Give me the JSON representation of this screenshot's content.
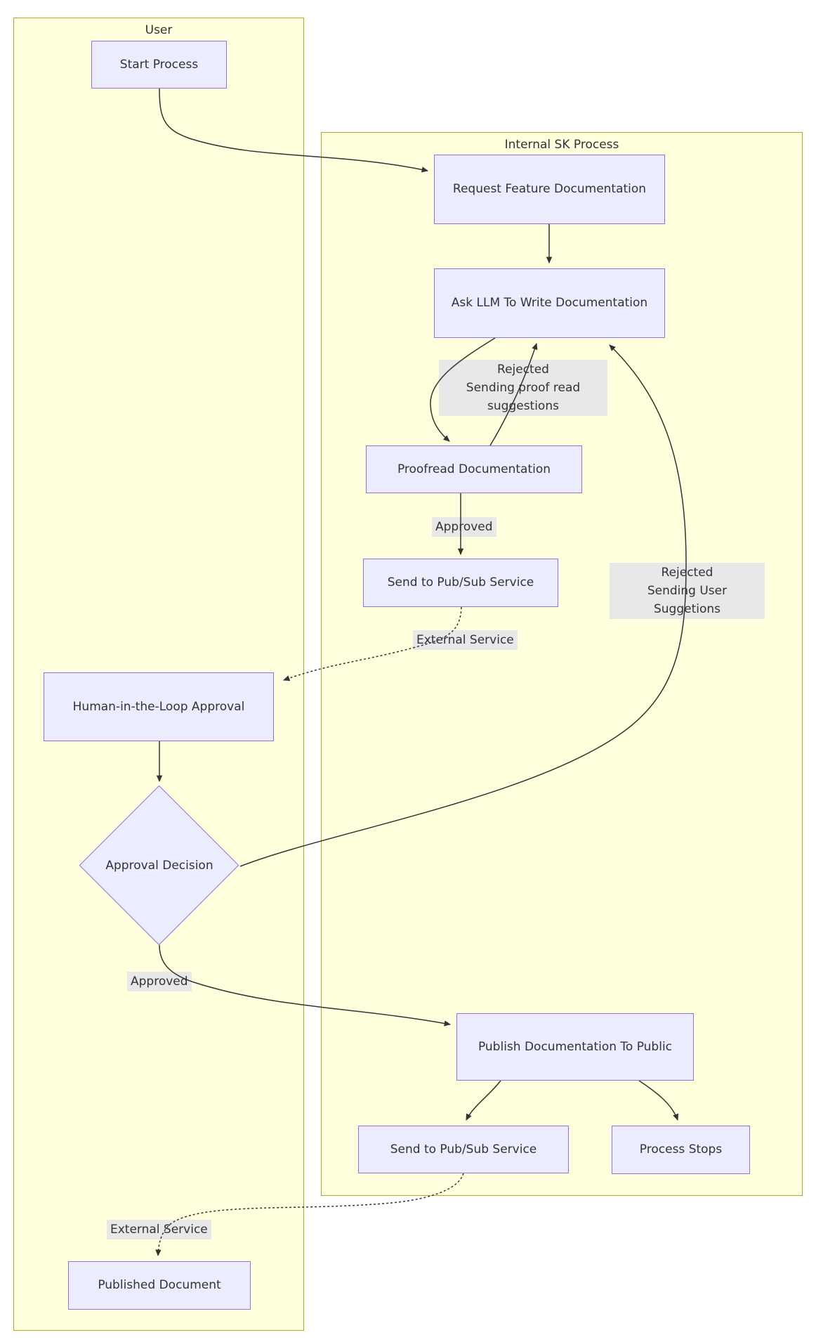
{
  "containers": {
    "user": {
      "label": "User"
    },
    "internal": {
      "label": "Internal SK Process"
    }
  },
  "nodes": {
    "start": {
      "label": "Start Process"
    },
    "request": {
      "label": "Request Feature Documentation"
    },
    "askllm": {
      "label": "Ask LLM To Write Documentation"
    },
    "proofread": {
      "label": "Proofread Documentation"
    },
    "send1": {
      "label": "Send to Pub/Sub Service"
    },
    "hitl": {
      "label": "Human-in-the-Loop Approval"
    },
    "decision": {
      "label": "Approval Decision"
    },
    "publish": {
      "label": "Publish Documentation To Public"
    },
    "send2": {
      "label": "Send to Pub/Sub Service"
    },
    "stops": {
      "label": "Process Stops"
    },
    "published": {
      "label": "Published Document"
    }
  },
  "edge_labels": {
    "rejected_proofread": {
      "line1": "Rejected",
      "line2": "Sending proof read suggestions"
    },
    "approved1": {
      "label": "Approved"
    },
    "external1": {
      "label": "External Service"
    },
    "rejected_user": {
      "line1": "Rejected",
      "line2": "Sending User Suggetions"
    },
    "approved2": {
      "label": "Approved"
    },
    "external2": {
      "label": "External Service"
    }
  },
  "colors": {
    "node_fill": "#ECECFF",
    "node_border": "#9370DB",
    "container_fill": "#ffffde",
    "container_border": "#aaaa33",
    "edge": "#333333",
    "edge_label_bg": "#e8e8e8",
    "text": "#333333"
  }
}
